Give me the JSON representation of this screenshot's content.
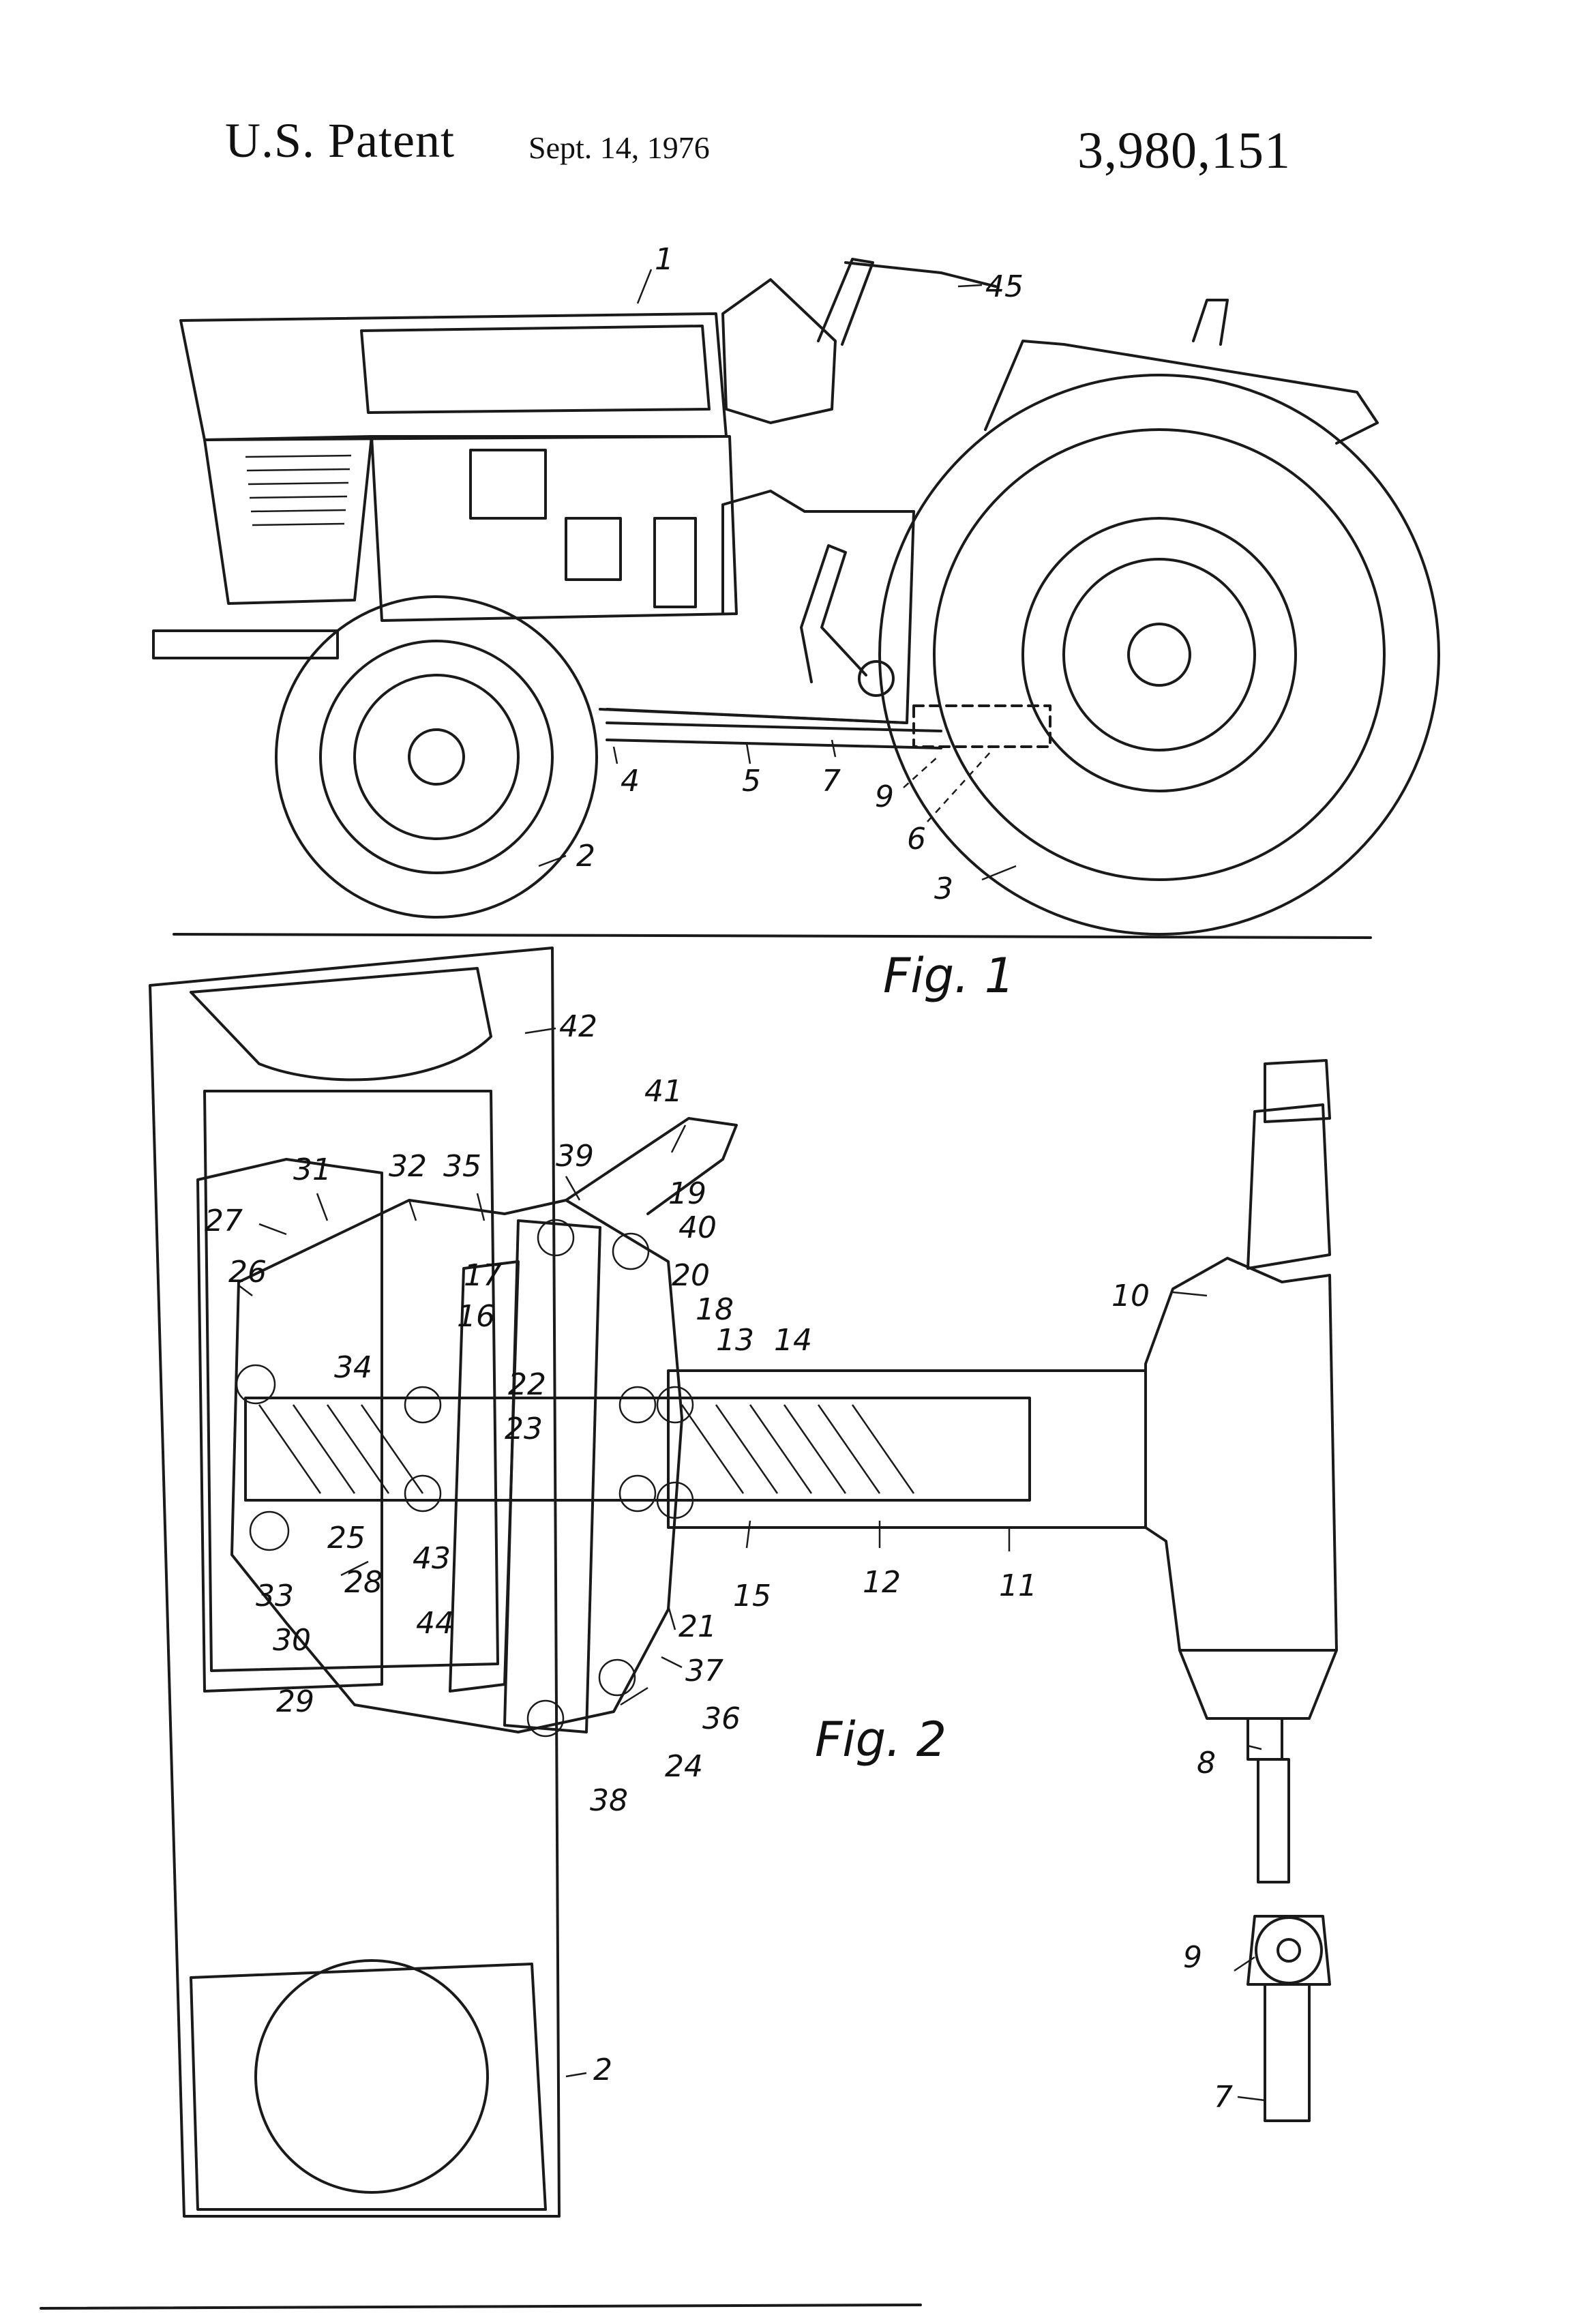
{
  "header": {
    "patent_label": "U.S. Patent",
    "date": "Sept. 14, 1976",
    "patent_number": "3,980,151"
  },
  "figures": {
    "fig1": {
      "caption": "Fig. 1",
      "labels": [
        "1",
        "45",
        "2",
        "4",
        "5",
        "7",
        "9",
        "6",
        "3"
      ]
    },
    "fig2": {
      "caption": "Fig. 2",
      "labels": [
        "42",
        "41",
        "39",
        "31",
        "32",
        "35",
        "19",
        "27",
        "40",
        "26",
        "17",
        "20",
        "18",
        "16",
        "13",
        "14",
        "34",
        "22",
        "23",
        "10",
        "25",
        "43",
        "28",
        "33",
        "12",
        "11",
        "15",
        "21",
        "30",
        "44",
        "37",
        "29",
        "36",
        "24",
        "38",
        "8",
        "9",
        "7",
        "2"
      ]
    }
  }
}
